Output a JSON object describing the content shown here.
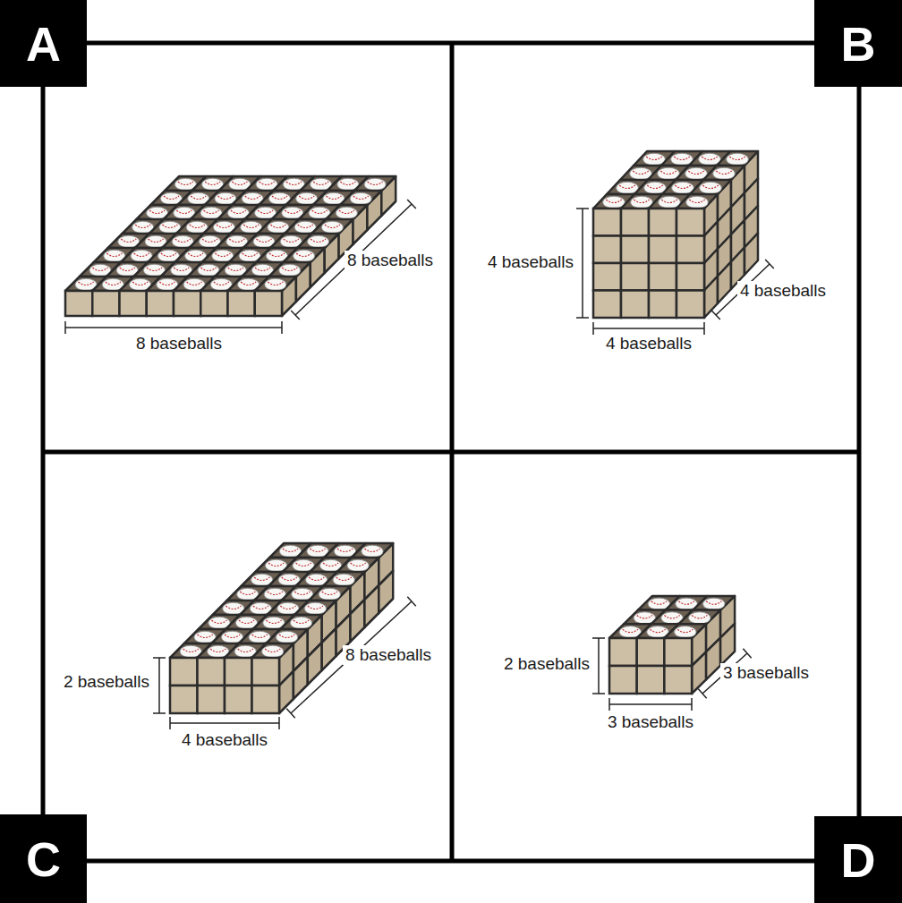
{
  "diagram": {
    "nodes": [
      {
        "text": [
          "A"
        ]
      },
      {
        "text": [
          "B"
        ]
      },
      {
        "text": [
          "C"
        ]
      },
      {
        "text": [
          "D"
        ]
      }
    ],
    "labels": [
      "8 baseballs",
      "8 baseballs",
      "4 baseballs",
      "4 baseballs",
      "4 baseballs",
      "2 baseballs",
      "8 baseballs",
      "4 baseballs",
      "2 baseballs",
      "3 baseballs",
      "3 baseballs"
    ]
  }
}
